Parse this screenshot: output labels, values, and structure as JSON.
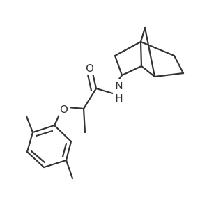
{
  "atoms": {
    "oxygen_carbonyl": "O",
    "oxygen_ether": "O",
    "nitrogen": "N",
    "nitrogen_h": "H"
  },
  "colors": {
    "background": "#ffffff",
    "bond": "#333333",
    "label": "#333333"
  }
}
